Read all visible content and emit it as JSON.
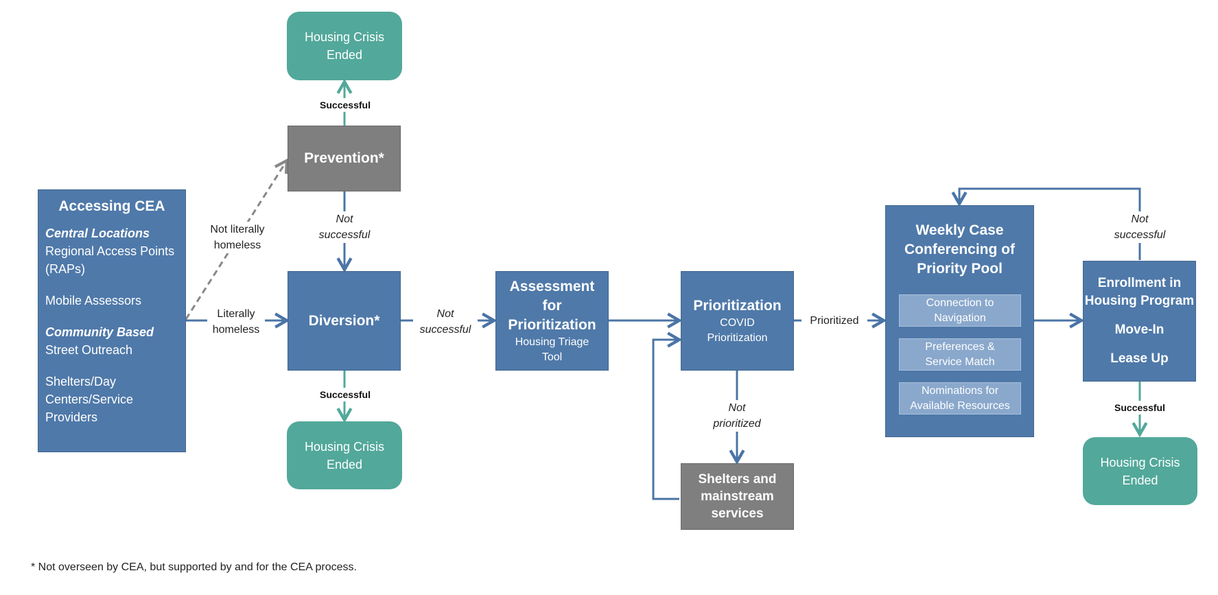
{
  "access": {
    "title": "Accessing CEA",
    "central_heading": "Central Locations",
    "central_1": "Regional Access Points",
    "central_2": "(RAPs)",
    "mobile": "Mobile Assessors",
    "community_heading": "Community Based",
    "community_1": "Street Outreach",
    "shelters_1": "Shelters/Day",
    "shelters_2": "Centers/Service",
    "shelters_3": "Providers"
  },
  "prevention": {
    "title": "Prevention*"
  },
  "diversion": {
    "title": "Diversion*"
  },
  "crisis_top": {
    "line1": "Housing Crisis",
    "line2": "Ended"
  },
  "crisis_bottom": {
    "line1": "Housing Crisis",
    "line2": "Ended"
  },
  "crisis_right": {
    "line1": "Housing Crisis",
    "line2": "Ended"
  },
  "assessment": {
    "line1": "Assessment",
    "line2": "for",
    "line3": "Prioritization",
    "sub1": "Housing Triage",
    "sub2": "Tool"
  },
  "prioritization": {
    "title": "Prioritization",
    "sub1": "COVID",
    "sub2": "Prioritization"
  },
  "shelters": {
    "line1": "Shelters and",
    "line2": "mainstream",
    "line3": "services"
  },
  "weekly": {
    "line1": "Weekly Case",
    "line2": "Conferencing of",
    "line3": "Priority Pool",
    "items": [
      {
        "l1": "Connection to",
        "l2": "Navigation"
      },
      {
        "l1": "Preferences &",
        "l2": "Service Match"
      },
      {
        "l1": "Nominations for",
        "l2": "Available Resources"
      }
    ]
  },
  "enrollment": {
    "line1": "Enrollment in",
    "line2": "Housing Program",
    "move_in": "Move-In",
    "lease_up": "Lease Up"
  },
  "labels": {
    "successful_top": "Successful",
    "not_successful_prev_1": "Not",
    "not_successful_prev_2": "successful",
    "not_literally_1": "Not literally",
    "not_literally_2": "homeless",
    "literally_1": "Literally",
    "literally_2": "homeless",
    "successful_div": "Successful",
    "not_successful_div_1": "Not",
    "not_successful_div_2": "successful",
    "not_prioritized_1": "Not",
    "not_prioritized_2": "prioritized",
    "prioritized": "Prioritized",
    "not_successful_enr_1": "Not",
    "not_successful_enr_2": "successful",
    "successful_enr": "Successful"
  },
  "footnote": "* Not overseen by CEA, but supported by and for the CEA process.",
  "colors": {
    "blue": "#4f79a9",
    "grey": "#7f7f7f",
    "green": "#52a89a",
    "light_blue": "#8aa8cc",
    "arrow": "#4a74a6"
  }
}
